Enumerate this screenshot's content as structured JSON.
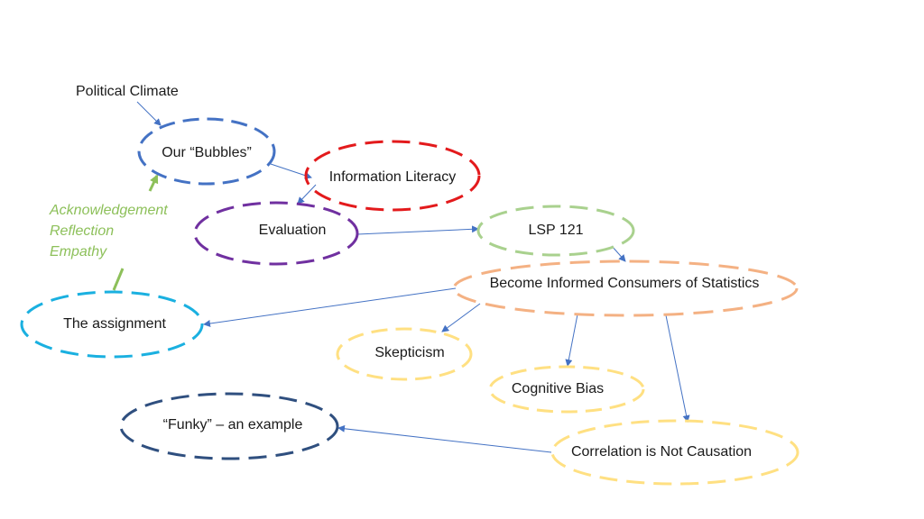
{
  "diagram": {
    "top_label": "Political Climate",
    "side_note": [
      "Acknowledgement",
      "Reflection",
      "Empathy"
    ],
    "nodes": [
      {
        "id": "bubbles",
        "label": "Our “Bubbles”",
        "color": "#4472c4"
      },
      {
        "id": "info-literacy",
        "label": "Information Literacy",
        "color": "#e31a1c"
      },
      {
        "id": "evaluation",
        "label": "Evaluation",
        "color": "#7030a0"
      },
      {
        "id": "lsp121",
        "label": "LSP 121",
        "color": "#a9d18e"
      },
      {
        "id": "informed",
        "label": "Become Informed Consumers of Statistics",
        "color": "#f4b183"
      },
      {
        "id": "assignment",
        "label": "The assignment",
        "color": "#1ab0e0"
      },
      {
        "id": "skepticism",
        "label": "Skepticism",
        "color": "#ffe082"
      },
      {
        "id": "cognitive-bias",
        "label": "Cognitive Bias",
        "color": "#ffe082"
      },
      {
        "id": "funky",
        "label": "“Funky” – an example",
        "color": "#2f4f7f"
      },
      {
        "id": "correlation",
        "label": "Correlation is Not Causation",
        "color": "#ffe082"
      }
    ],
    "edge_color": "#4472c4",
    "note_arrow_color": "#8dc05a"
  }
}
